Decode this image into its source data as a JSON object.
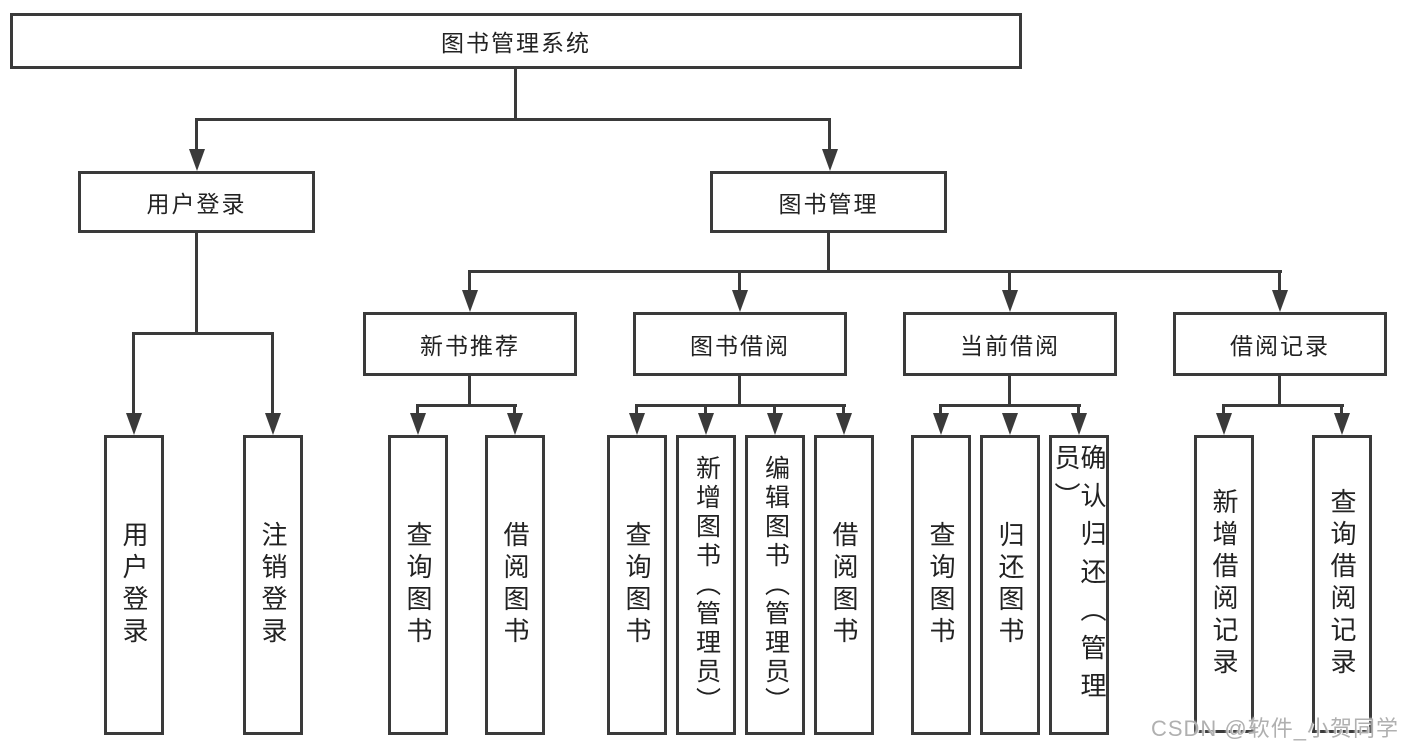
{
  "tree": {
    "root": {
      "label": "图书管理系统",
      "children": [
        {
          "label": "用户登录",
          "children": [
            {
              "label": "用户登录"
            },
            {
              "label": "注销登录"
            }
          ]
        },
        {
          "label": "图书管理",
          "children": [
            {
              "label": "新书推荐",
              "children": [
                {
                  "label": "查询图书"
                },
                {
                  "label": "借阅图书"
                }
              ]
            },
            {
              "label": "图书借阅",
              "children": [
                {
                  "label": "查询图书"
                },
                {
                  "label": "新增图书（管理员）"
                },
                {
                  "label": "编辑图书（管理员）"
                },
                {
                  "label": "借阅图书"
                }
              ]
            },
            {
              "label": "当前借阅",
              "children": [
                {
                  "label": "查询图书"
                },
                {
                  "label": "归还图书"
                },
                {
                  "label": "确认归还（管理员）"
                }
              ]
            },
            {
              "label": "借阅记录",
              "children": [
                {
                  "label": "新增借阅记录"
                },
                {
                  "label": "查询借阅记录"
                }
              ]
            }
          ]
        }
      ]
    }
  },
  "watermark": "CSDN @软件_小贺同学",
  "colors": {
    "line": "#3a3a3a",
    "text": "#222222",
    "watermark": "#b0b0b0",
    "background": "#ffffff"
  }
}
